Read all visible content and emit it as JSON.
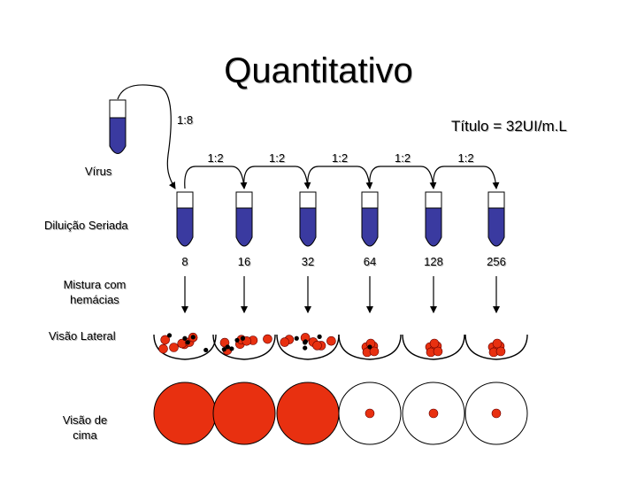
{
  "title": "Quantitativo",
  "result": "Título = 32UI/m.L",
  "initial_dilution": "1:8",
  "step_ratio": "1:2",
  "labels": {
    "virus": "Vírus",
    "serial_dilution": "Diluição Seriada",
    "mixture": "Mistura com\nhemácias",
    "side_view": "Visão Lateral",
    "top_view": "Visão de\ncima"
  },
  "tubes": [
    {
      "dilution": "8",
      "agglutination": true
    },
    {
      "dilution": "16",
      "agglutination": true
    },
    {
      "dilution": "32",
      "agglutination": true
    },
    {
      "dilution": "64",
      "agglutination": false
    },
    {
      "dilution": "128",
      "agglutination": false
    },
    {
      "dilution": "256",
      "agglutination": false
    }
  ],
  "colors": {
    "tube_fill": "#3a3aa0",
    "red_cell": "#e83010",
    "virus_dot": "#000000"
  }
}
